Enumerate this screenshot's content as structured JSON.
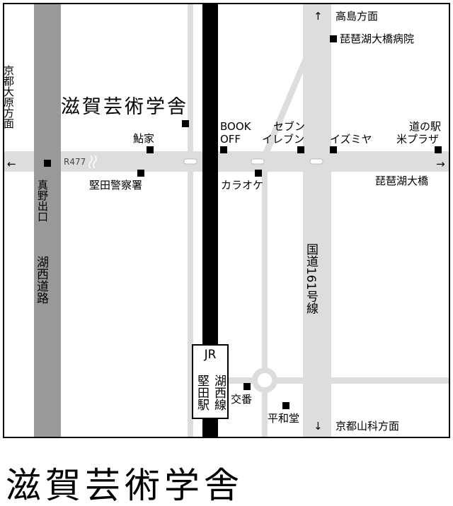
{
  "logo_text": "滋賀芸術学舎",
  "logo_text_small": "滋賀芸術学舎",
  "directions": {
    "north": "高島方面",
    "south": "京都山科方面",
    "west": "京都大原方面",
    "east": "琵琶湖大橋",
    "north_arrow": "↑",
    "south_arrow": "↓",
    "west_arrow": "←",
    "east_arrow": "→"
  },
  "roads": {
    "r477": "R477",
    "kosei_road": "湖西道路",
    "route161": "国道161号線"
  },
  "station": {
    "line1": "JR",
    "col1": "堅田駅",
    "col2": "湖西線"
  },
  "landmarks": {
    "hospital": "琵琶湖大橋病院",
    "ayu": "鮎家",
    "police": "堅田警察署",
    "bookoff_1": "BOOK",
    "bookoff_2": "OFF",
    "seven_1": "セブン",
    "seven_2": "イレブン",
    "izumiya": "イズミヤ",
    "michinoeki_1": "道の駅",
    "michinoeki_2": "米プラザ",
    "karaoke": "カラオケ",
    "manoexit": "真野出口",
    "koban": "交番",
    "heiwado": "平和堂"
  },
  "colors": {
    "road_major": "#999999",
    "road_minor": "#dddddd",
    "rail": "#000000"
  }
}
